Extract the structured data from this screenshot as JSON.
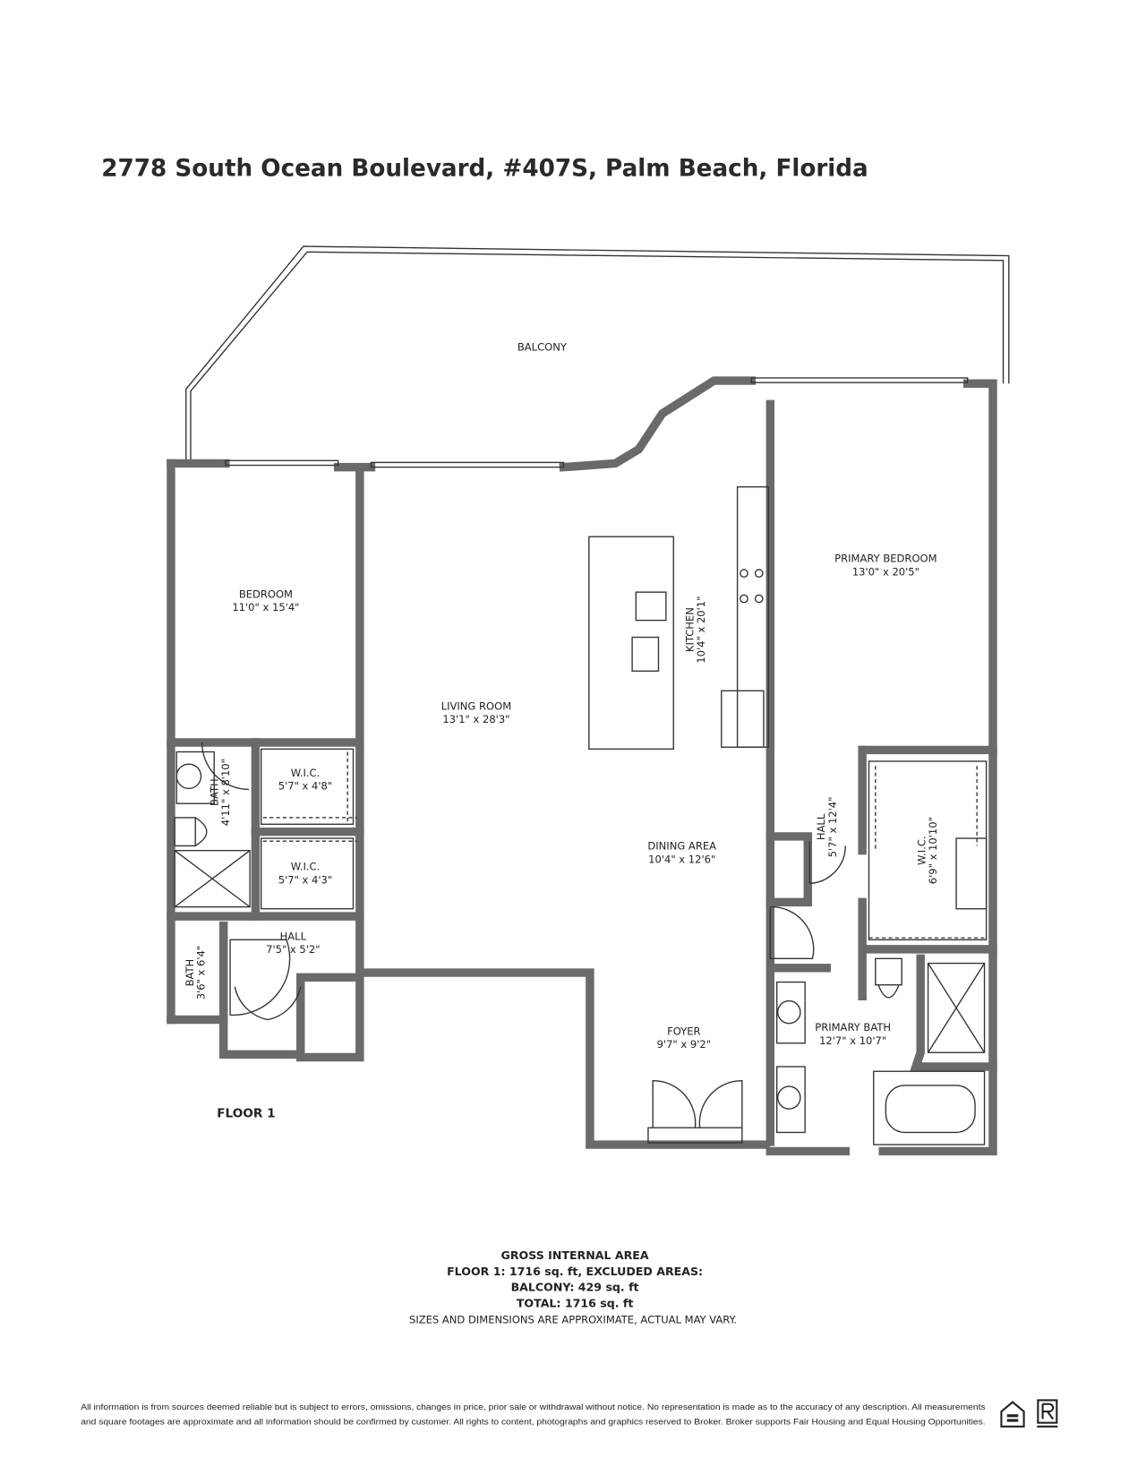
{
  "title": "2778 South Ocean Boulevard, #407S, Palm Beach, Florida",
  "floor_label": "FLOOR 1",
  "rooms": [
    {
      "name": "BALCONY",
      "dims": ""
    },
    {
      "name": "BEDROOM",
      "dims": "11'0\" x 15'4\""
    },
    {
      "name": "LIVING ROOM",
      "dims": "13'1\" x 28'3\""
    },
    {
      "name": "KITCHEN",
      "dims": "10'4\" x 20'1\""
    },
    {
      "name": "PRIMARY BEDROOM",
      "dims": "13'0\" x 20'5\""
    },
    {
      "name": "BATH",
      "dims": "4'11\" x 8'10\""
    },
    {
      "name": "W.I.C.",
      "dims": "5'7\" x 4'8\""
    },
    {
      "name": "W.I.C.",
      "dims": "5'7\" x 4'3\""
    },
    {
      "name": "DINING AREA",
      "dims": "10'4\" x 12'6\""
    },
    {
      "name": "HALL",
      "dims": "5'7\" x 12'4\""
    },
    {
      "name": "W.I.C.",
      "dims": "6'9\" x 10'10\""
    },
    {
      "name": "BATH",
      "dims": "3'6\" x 6'4\""
    },
    {
      "name": "HALL",
      "dims": "7'5\" x 5'2\""
    },
    {
      "name": "FOYER",
      "dims": "9'7\" x 9'2\""
    },
    {
      "name": "PRIMARY BATH",
      "dims": "12'7\" x 10'7\""
    }
  ],
  "area_summary": [
    "GROSS INTERNAL AREA",
    "FLOOR 1: 1716 sq. ft, EXCLUDED AREAS:",
    "BALCONY: 429 sq. ft",
    "TOTAL: 1716 sq. ft",
    "SIZES AND DIMENSIONS ARE APPROXIMATE, ACTUAL MAY VARY."
  ],
  "disclaimer": [
    "All information is from sources deemed reliable but is subject to errors, omissions, changes in price, prior sale or withdrawal without notice. No representation is made as to the accuracy of any description. All measurements",
    "and square footages are approximate and all information should be confirmed by customer. All rights to content, photographs and graphics reserved to Broker. Broker supports Fair Housing and Equal Housing Opportunities."
  ],
  "logos": [
    "equal-housing-opportunity",
    "realtor"
  ]
}
